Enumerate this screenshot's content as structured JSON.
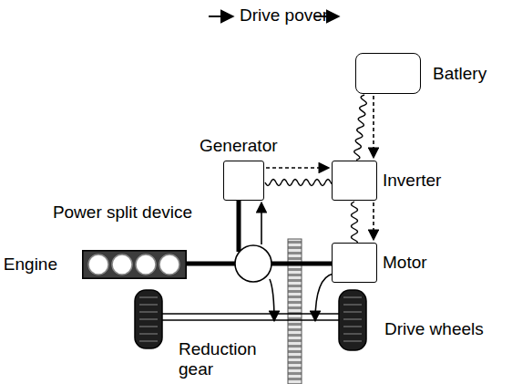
{
  "diagram": {
    "title": "Drive pover",
    "nodes": [
      {
        "text": [
          "Batlery"
        ]
      },
      {
        "text": [
          "Generator"
        ]
      },
      {
        "text": [
          "Inverter"
        ]
      },
      {
        "text": [
          "Power split device"
        ]
      },
      {
        "text": [
          "Engine"
        ]
      },
      {
        "text": [
          "Motor"
        ]
      }
    ],
    "edges": [
      {
        "from": 4,
        "to": 3,
        "arrow": "none"
      },
      {
        "from": 3,
        "to": 1,
        "arrow": "to"
      },
      {
        "from": 1,
        "to": 2,
        "arrow": "to"
      },
      {
        "from": 0,
        "to": 2,
        "arrow": "to"
      },
      {
        "from": 2,
        "to": 5,
        "arrow": "to"
      },
      {
        "from": 3,
        "to": 5,
        "arrow": "none"
      }
    ],
    "labels": [
      "Drive wheels",
      "Reduction gear"
    ]
  }
}
